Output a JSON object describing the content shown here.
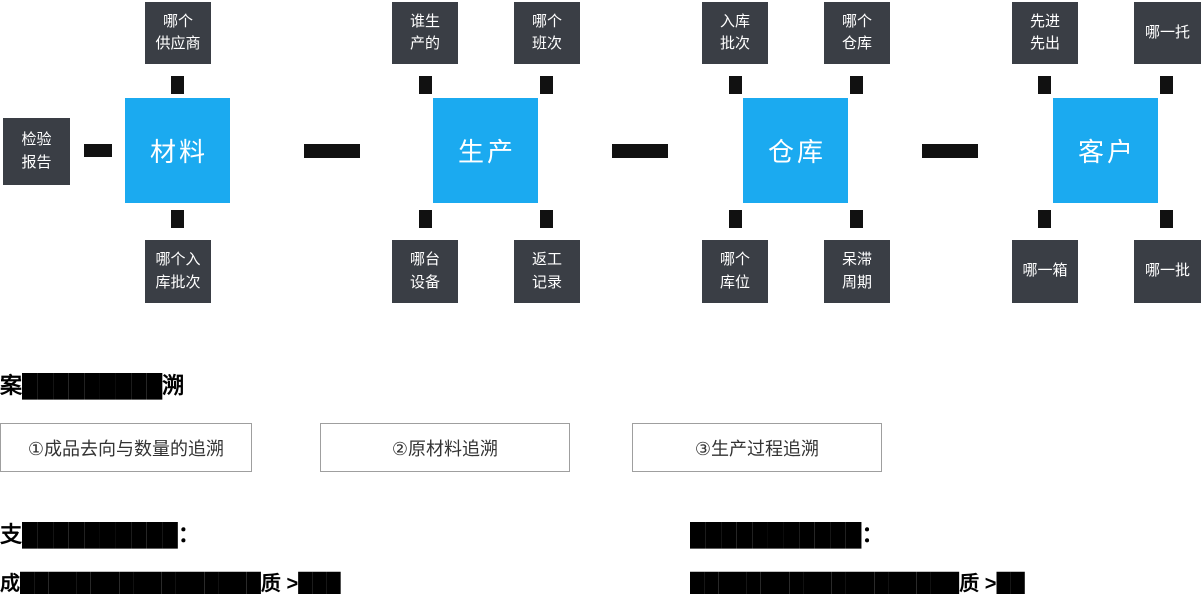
{
  "colors": {
    "blue": "#1baaf0",
    "dark": "#3a3e45",
    "connector": "#111111"
  },
  "diagram": {
    "stages": [
      {
        "label": "材料"
      },
      {
        "label": "生产"
      },
      {
        "label": "仓库"
      },
      {
        "label": "客户"
      }
    ],
    "material": {
      "supplier": "哪个\n供应商",
      "inbound_batch": "哪个入\n库批次",
      "inspection_report": "检验\n报告"
    },
    "production": {
      "who_produced": "谁生\n产的",
      "which_shift": "哪个\n班次",
      "which_equipment": "哪台\n设备",
      "rework_record": "返工\n记录"
    },
    "warehouse": {
      "inbound_batch": "入库\n批次",
      "which_warehouse": "哪个\n仓库",
      "which_location": "哪个\n库位",
      "stagnation_cycle": "呆滞\n周期"
    },
    "customer": {
      "fifo": "先进\n先出",
      "which_pallet": "哪一托",
      "which_box": "哪一箱",
      "which_batch": "哪一批"
    }
  },
  "sections": {
    "heading_traceability": "案█████████溯",
    "trace_types": [
      {
        "label": "①成品去向与数量的追溯"
      },
      {
        "label": "②原材料追溯"
      },
      {
        "label": "③生产过程追溯"
      }
    ],
    "heading_forward": "支██████████：",
    "heading_backward": "███████████：",
    "chain_forward": "成█████████████████质 >███",
    "chain_backward": "███████████████████质 >██"
  }
}
